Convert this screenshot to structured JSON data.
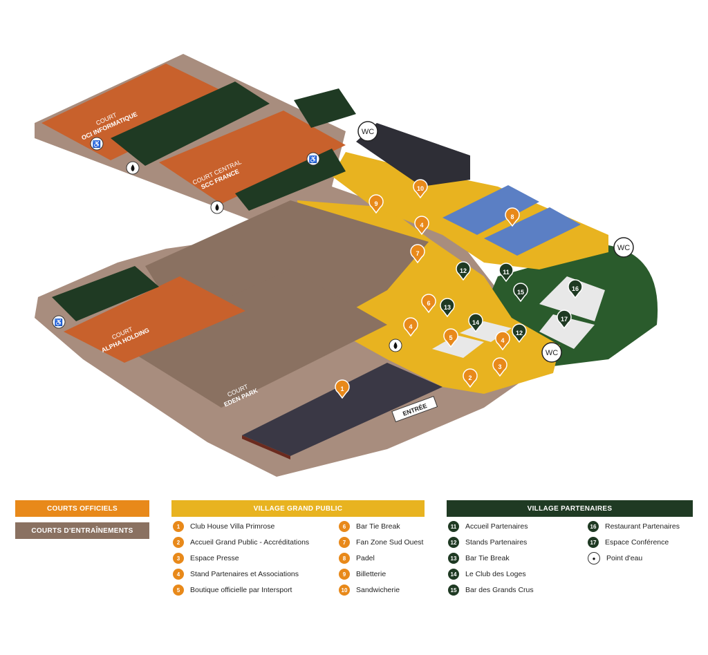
{
  "map": {
    "courts": [
      {
        "line1": "COURT",
        "line2": "OCI INFORMATIQUE"
      },
      {
        "line1": "COURT CENTRAL",
        "line2": "SCC FRANCE"
      },
      {
        "line1": "COURT",
        "line2": "ALPHA HOLDING"
      },
      {
        "line1": "COURT",
        "line2": "EDEN PARK"
      }
    ],
    "wc_label": "WC",
    "entrance_label": "ENTRÉE",
    "markers": [
      "1",
      "2",
      "3",
      "4",
      "4",
      "4",
      "5",
      "6",
      "7",
      "8",
      "9",
      "10",
      "11",
      "12",
      "12",
      "13",
      "14",
      "15",
      "16",
      "17"
    ]
  },
  "legend": {
    "courts_officiels": "COURTS OFFICIELS",
    "courts_entrainements": "COURTS D'ENTRAÎNEMENTS",
    "village_grand_public": {
      "title": "VILLAGE GRAND PUBLIC",
      "items": [
        {
          "n": "1",
          "label": "Club House Villa Primrose"
        },
        {
          "n": "2",
          "label": "Accueil Grand Public - Accréditations"
        },
        {
          "n": "3",
          "label": "Espace Presse"
        },
        {
          "n": "4",
          "label": "Stand Partenaires et Associations"
        },
        {
          "n": "5",
          "label": "Boutique officielle par Intersport"
        },
        {
          "n": "6",
          "label": "Bar Tie Break"
        },
        {
          "n": "7",
          "label": "Fan Zone Sud Ouest"
        },
        {
          "n": "8",
          "label": "Padel"
        },
        {
          "n": "9",
          "label": "Billetterie"
        },
        {
          "n": "10",
          "label": "Sandwicherie"
        }
      ]
    },
    "village_partenaires": {
      "title": "VILLAGE PARTENAIRES",
      "items": [
        {
          "n": "11",
          "label": "Accueil Partenaires"
        },
        {
          "n": "12",
          "label": "Stands Partenaires"
        },
        {
          "n": "13",
          "label": "Bar Tie Break"
        },
        {
          "n": "14",
          "label": "Le Club des Loges"
        },
        {
          "n": "15",
          "label": "Bar des Grands Crus"
        },
        {
          "n": "16",
          "label": "Restaurant Partenaires"
        },
        {
          "n": "17",
          "label": "Espace Conférence"
        },
        {
          "n": "",
          "label": "Point d'eau"
        }
      ]
    }
  },
  "colors": {
    "clay": "#c8612c",
    "officiels": "#e8891a",
    "training": "#8a7161",
    "path": "#a88d7e",
    "yellow": "#e8b320",
    "green": "#2a5b2c",
    "dark_green": "#1f3a23",
    "padel": "#5b7fc4"
  }
}
